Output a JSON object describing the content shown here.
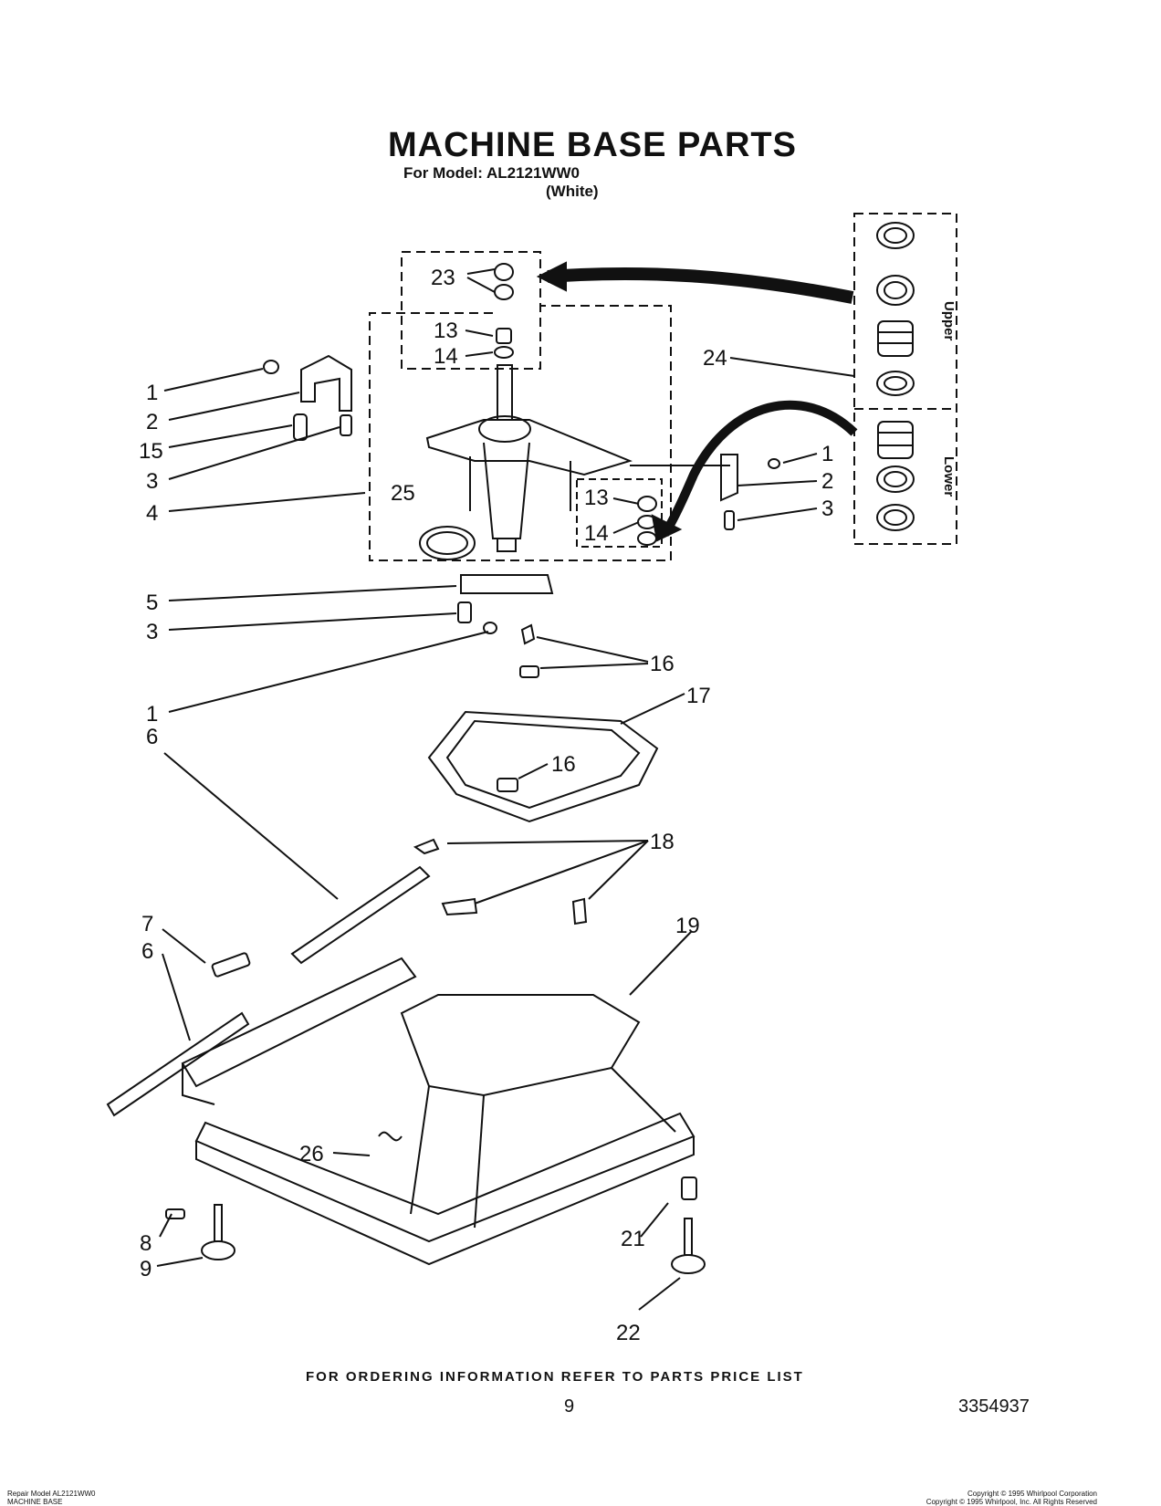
{
  "header": {
    "title": "MACHINE BASE PARTS",
    "model_line": "For Model: AL2121WW0",
    "color_line": "(White)"
  },
  "inset": {
    "upper_label": "Upper",
    "lower_label": "Lower"
  },
  "callouts": {
    "c23": "23",
    "c13a": "13",
    "c14a": "14",
    "c1a": "1",
    "c2a": "2",
    "c15": "15",
    "c3a": "3",
    "c4": "4",
    "c25": "25",
    "c24": "24",
    "c1b": "1",
    "c2b": "2",
    "c3b": "3",
    "c13b": "13",
    "c14b": "14",
    "c5": "5",
    "c3c": "3",
    "c1c": "1",
    "c16a": "16",
    "c17": "17",
    "c16b": "16",
    "c6a": "6",
    "c18": "18",
    "c19": "19",
    "c7": "7",
    "c6b": "6",
    "c26": "26",
    "c8": "8",
    "c9": "9",
    "c21": "21",
    "c22": "22"
  },
  "footer": {
    "ordering_note": "FOR ORDERING INFORMATION REFER TO PARTS PRICE LIST",
    "page_number": "9",
    "doc_number": "3354937",
    "bottom_left_1": "Repair Model AL2121WW0",
    "bottom_left_2": "MACHINE BASE",
    "bottom_right_1": "Copyright © 1995 Whirlpool Corporation",
    "bottom_right_2": "Copyright © 1995 Whirlpool, Inc. All Rights Reserved"
  }
}
